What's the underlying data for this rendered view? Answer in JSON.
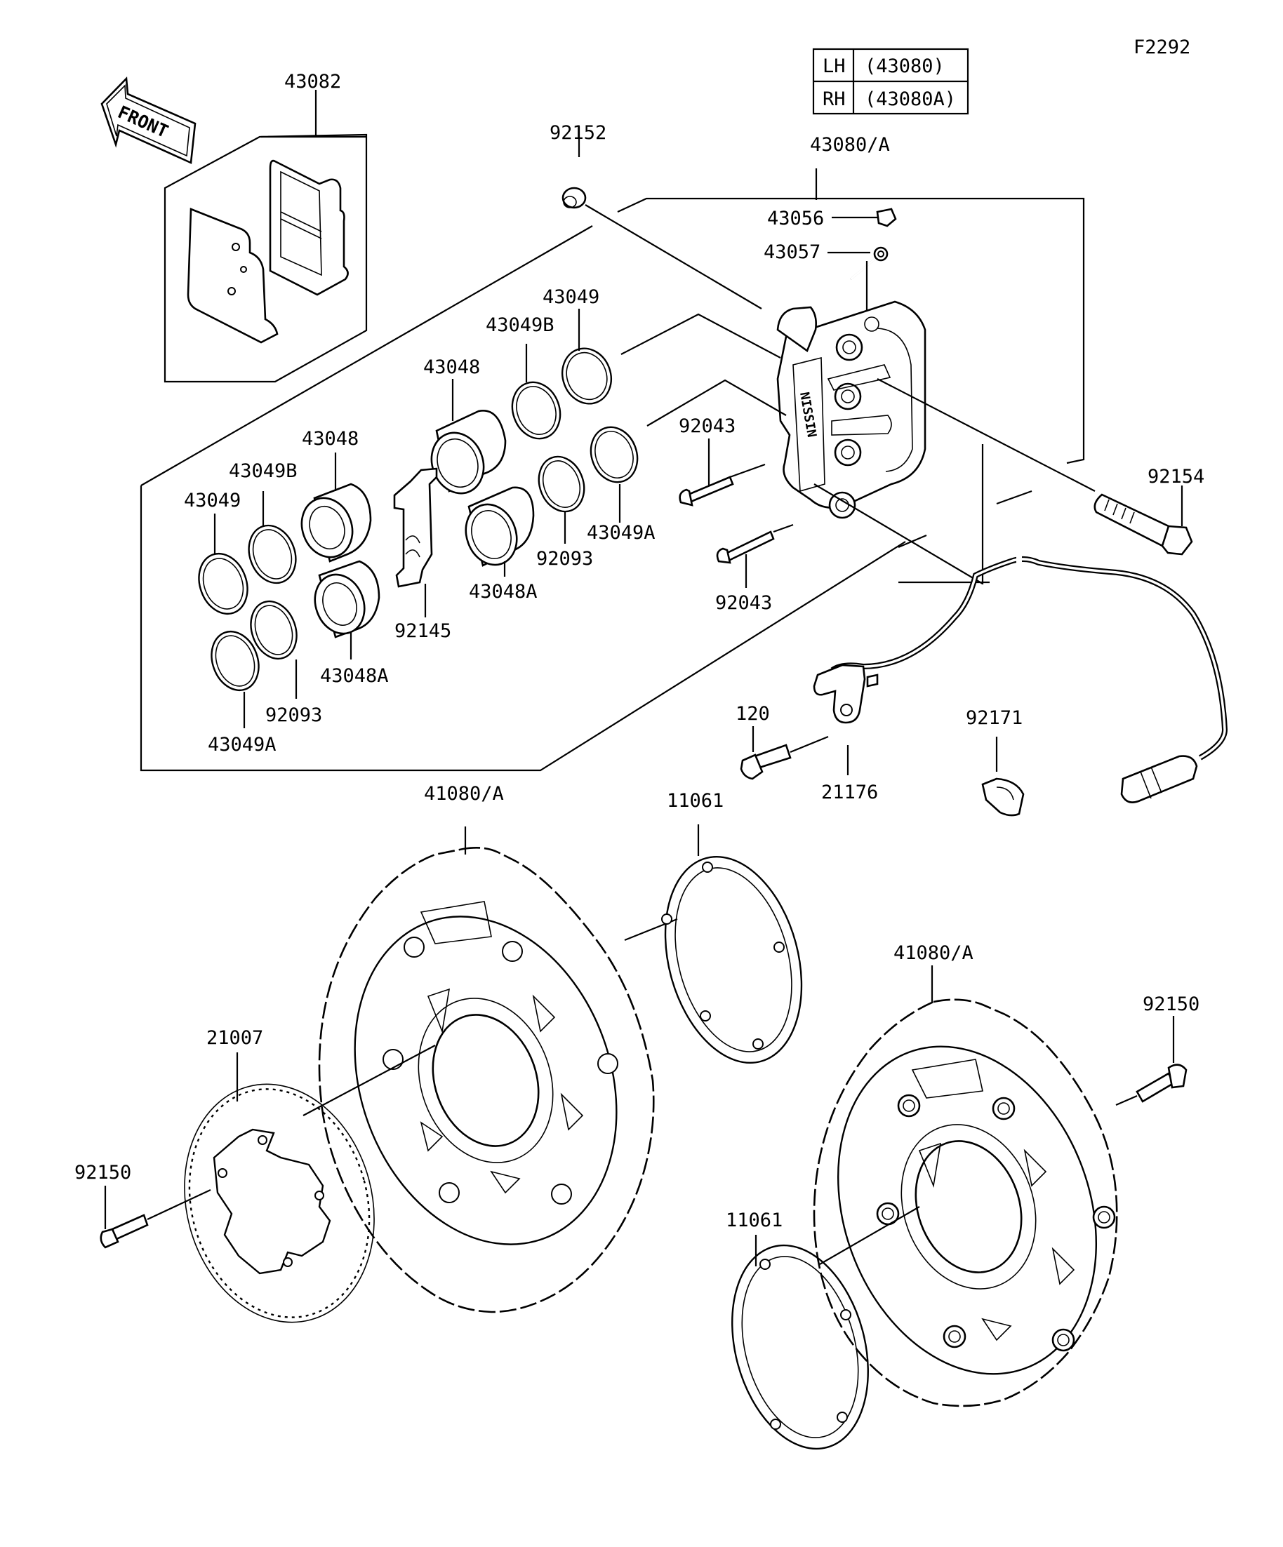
{
  "figure_code": "F2292",
  "table": {
    "rows": [
      {
        "side": "LH",
        "part": "(43080)"
      },
      {
        "side": "RH",
        "part": "(43080A)"
      }
    ]
  },
  "front_arrow_text": "FRONT",
  "labels": {
    "pads": "43082",
    "caliper_assy": "43080/A",
    "bleed_cap": "92152",
    "bleeder_valve": "43056",
    "pad_pin_clip": "43057",
    "seal_top_1": "43049",
    "seal_b_1": "43049B",
    "piston_1": "43048",
    "piston_2": "43048",
    "seal_b_2": "43049B",
    "seal_2": "43049",
    "seal_a_1": "43049A",
    "seal_92093_1": "92093",
    "piston_a_1": "43048A",
    "bolt_92043_1": "92043",
    "bolt_92043_2": "92043",
    "spring_92145": "92145",
    "piston_a_2": "43048A",
    "seal_92093_2": "92093",
    "seal_a_2": "43049A",
    "bolt_92154": "92154",
    "bolt_120": "120",
    "sensor_21176": "21176",
    "clamp_92171": "92171",
    "disc_left": "41080/A",
    "spacer_1": "11061",
    "disc_right": "41080/A",
    "bolt_92150_right": "92150",
    "rotor_21007": "21007",
    "bolt_92150_left": "92150",
    "spacer_2": "11061"
  },
  "colors": {
    "line": "#000000",
    "background": "#ffffff"
  }
}
